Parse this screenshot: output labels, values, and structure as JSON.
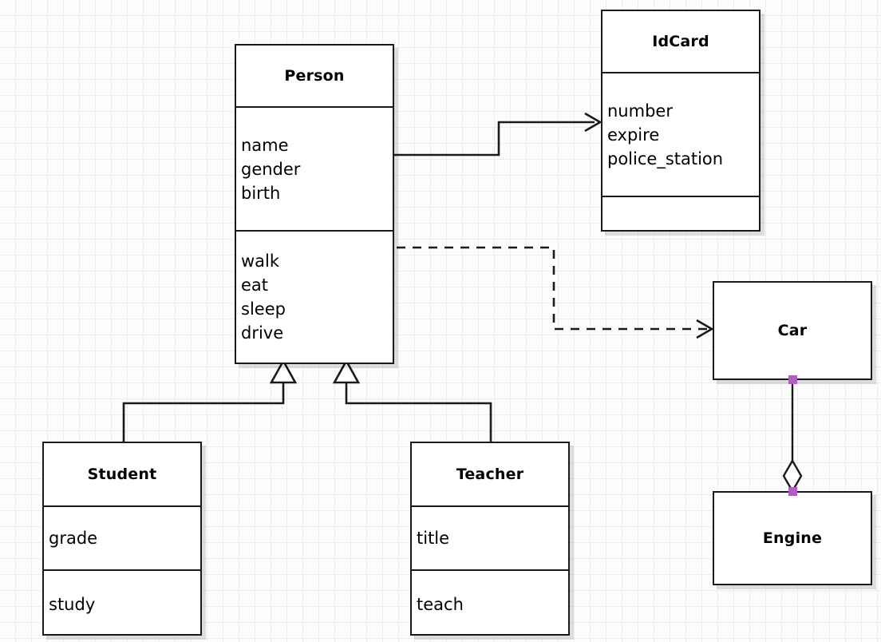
{
  "diagram": {
    "kind": "uml-class-diagram",
    "background": {
      "color": "#fcfcfc",
      "grid_color": "#ededed",
      "grid_size": 20
    },
    "style": {
      "border_color": "#1a1a1a",
      "fill_color": "#ffffff",
      "shadow_color": "rgba(0,0,0,0.12)",
      "handle_color": "#b05fc0"
    }
  },
  "classes": {
    "person": {
      "name": "Person",
      "attributes": [
        "name",
        "gender",
        "birth"
      ],
      "operations": [
        "walk",
        "eat",
        "sleep",
        "drive"
      ]
    },
    "idcard": {
      "name": "IdCard",
      "attributes": [
        "number",
        "expire",
        "police_station"
      ],
      "operations": []
    },
    "student": {
      "name": "Student",
      "attributes": [
        "grade"
      ],
      "operations": [
        "study"
      ]
    },
    "teacher": {
      "name": "Teacher",
      "attributes": [
        "title"
      ],
      "operations": [
        "teach"
      ]
    },
    "car": {
      "name": "Car",
      "attributes": [],
      "operations": []
    },
    "engine": {
      "name": "Engine",
      "attributes": [],
      "operations": []
    }
  },
  "relationships": [
    {
      "id": "person-idcard",
      "type": "association",
      "line": "solid",
      "arrow": "open-arrow",
      "source": "Person",
      "target": "IdCard"
    },
    {
      "id": "person-car",
      "type": "dependency",
      "line": "dashed",
      "arrow": "open-arrow",
      "source": "Person",
      "target": "Car"
    },
    {
      "id": "student-person",
      "type": "generalization",
      "line": "solid",
      "arrow": "hollow-triangle",
      "source": "Student",
      "target": "Person"
    },
    {
      "id": "teacher-person",
      "type": "generalization",
      "line": "solid",
      "arrow": "hollow-triangle",
      "source": "Teacher",
      "target": "Person"
    },
    {
      "id": "car-engine",
      "type": "aggregation",
      "line": "solid",
      "arrow": "hollow-diamond",
      "source": "Car",
      "target": "Engine",
      "selected": true
    }
  ]
}
